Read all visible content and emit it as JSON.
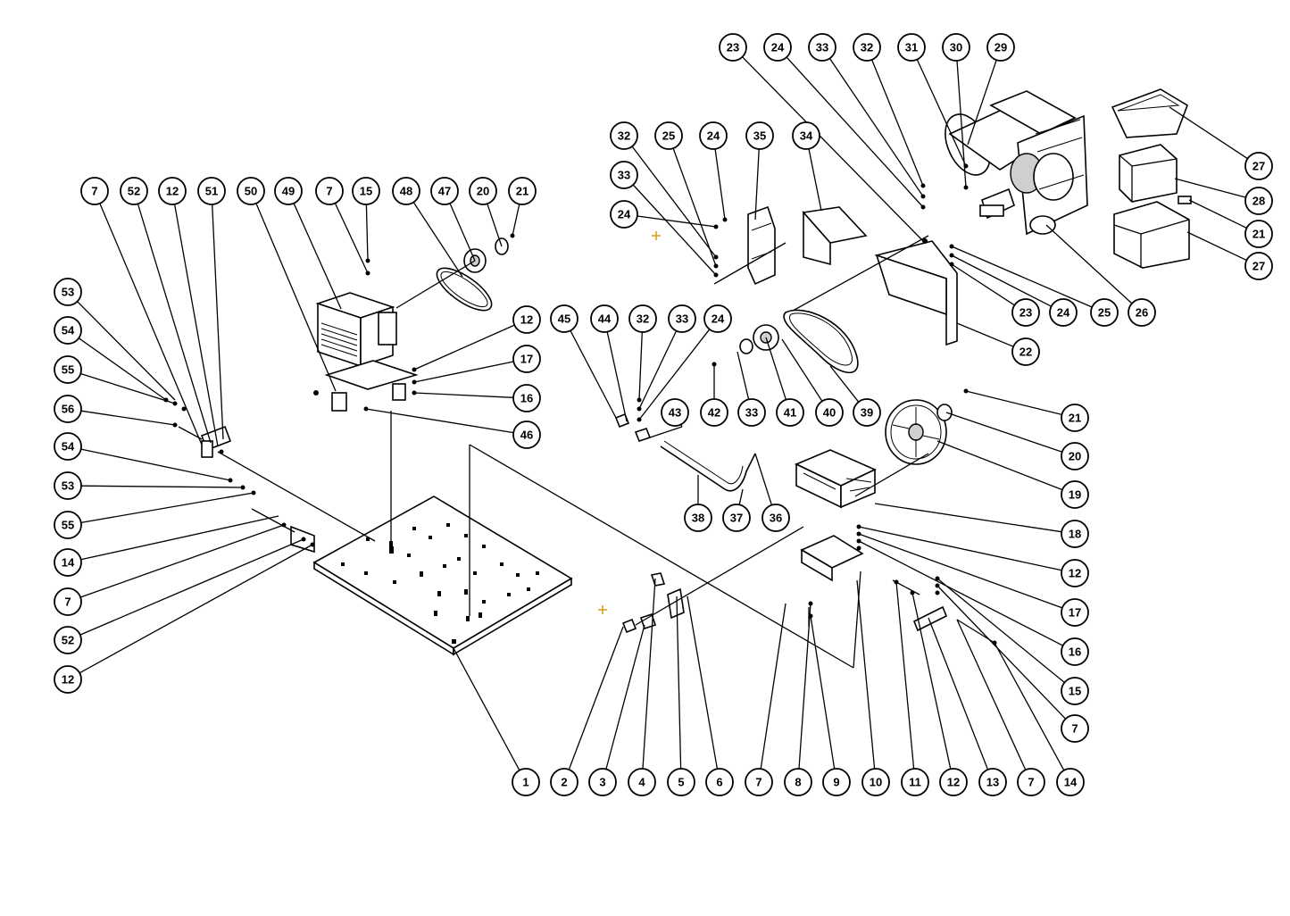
{
  "callouts": [
    {
      "label": "23"
    },
    {
      "label": "24"
    },
    {
      "label": "33"
    },
    {
      "label": "32"
    },
    {
      "label": "31"
    },
    {
      "label": "30"
    },
    {
      "label": "29"
    },
    {
      "label": "32"
    },
    {
      "label": "25"
    },
    {
      "label": "24"
    },
    {
      "label": "35"
    },
    {
      "label": "34"
    },
    {
      "label": "33"
    },
    {
      "label": "24"
    },
    {
      "label": "27"
    },
    {
      "label": "28"
    },
    {
      "label": "21"
    },
    {
      "label": "27"
    },
    {
      "label": "23"
    },
    {
      "label": "24"
    },
    {
      "label": "25"
    },
    {
      "label": "26"
    },
    {
      "label": "22"
    },
    {
      "label": "7"
    },
    {
      "label": "52"
    },
    {
      "label": "12"
    },
    {
      "label": "51"
    },
    {
      "label": "50"
    },
    {
      "label": "49"
    },
    {
      "label": "7"
    },
    {
      "label": "15"
    },
    {
      "label": "48"
    },
    {
      "label": "47"
    },
    {
      "label": "20"
    },
    {
      "label": "21"
    },
    {
      "label": "12"
    },
    {
      "label": "17"
    },
    {
      "label": "16"
    },
    {
      "label": "46"
    },
    {
      "label": "45"
    },
    {
      "label": "44"
    },
    {
      "label": "32"
    },
    {
      "label": "33"
    },
    {
      "label": "24"
    },
    {
      "label": "43"
    },
    {
      "label": "42"
    },
    {
      "label": "33"
    },
    {
      "label": "41"
    },
    {
      "label": "40"
    },
    {
      "label": "39"
    },
    {
      "label": "53"
    },
    {
      "label": "54"
    },
    {
      "label": "55"
    },
    {
      "label": "56"
    },
    {
      "label": "54"
    },
    {
      "label": "53"
    },
    {
      "label": "55"
    },
    {
      "label": "14"
    },
    {
      "label": "7"
    },
    {
      "label": "52"
    },
    {
      "label": "12"
    },
    {
      "label": "38"
    },
    {
      "label": "37"
    },
    {
      "label": "36"
    },
    {
      "label": "21"
    },
    {
      "label": "20"
    },
    {
      "label": "19"
    },
    {
      "label": "18"
    },
    {
      "label": "12"
    },
    {
      "label": "17"
    },
    {
      "label": "16"
    },
    {
      "label": "15"
    },
    {
      "label": "7"
    },
    {
      "label": "1"
    },
    {
      "label": "2"
    },
    {
      "label": "3"
    },
    {
      "label": "4"
    },
    {
      "label": "5"
    },
    {
      "label": "6"
    },
    {
      "label": "7"
    },
    {
      "label": "8"
    },
    {
      "label": "9"
    },
    {
      "label": "10"
    },
    {
      "label": "11"
    },
    {
      "label": "12"
    },
    {
      "label": "13"
    },
    {
      "label": "7"
    },
    {
      "label": "14"
    }
  ],
  "colors": {
    "line": "#000000",
    "marker": "#d9a21b"
  }
}
